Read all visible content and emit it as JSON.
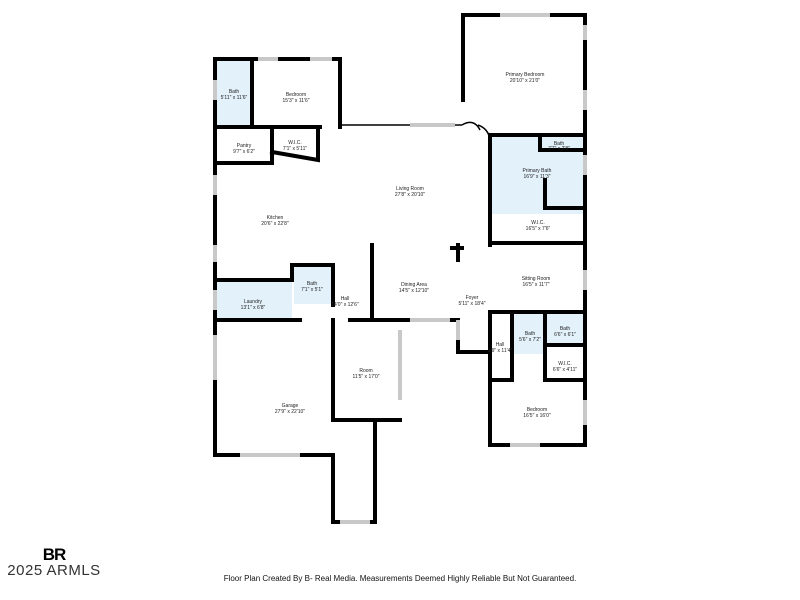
{
  "rooms": {
    "bath_left": {
      "name": "Bath",
      "dims": "5'11\" x 11'6\""
    },
    "bedroom_left": {
      "name": "Bedroom",
      "dims": "15'3\" x 11'6\""
    },
    "pantry": {
      "name": "Pantry",
      "dims": "9'7\" x 6'2\""
    },
    "wic_left": {
      "name": "W.I.C.",
      "dims": "7'1\" x 5'11\""
    },
    "living": {
      "name": "Living Room",
      "dims": "27'8\" x 20'10\""
    },
    "kitchen": {
      "name": "Kitchen",
      "dims": "20'6\" x 22'8\""
    },
    "primary_bedroom": {
      "name": "Primary Bedroom",
      "dims": "20'10\" x 21'0\""
    },
    "bath_primary_small": {
      "name": "Bath",
      "dims": "7'7\" x 2'8\""
    },
    "primary_bath": {
      "name": "Primary Bath",
      "dims": "16'9\" x 11'3\""
    },
    "wic_primary": {
      "name": "W.I.C.",
      "dims": "16'5\" x 7'6\""
    },
    "sitting": {
      "name": "Sitting Room",
      "dims": "16'5\" x 11'7\""
    },
    "dining": {
      "name": "Dining Area",
      "dims": "14'5\" x 12'10\""
    },
    "foyer": {
      "name": "Foyer",
      "dims": "5'11\" x 18'4\""
    },
    "bath_hall": {
      "name": "Bath",
      "dims": "7'1\" x 5'1\""
    },
    "hall_left": {
      "name": "Hall",
      "dims": "14'0\" x 12'6\""
    },
    "laundry": {
      "name": "Laundry",
      "dims": "13'1\" x 6'8\""
    },
    "bath_right1": {
      "name": "Bath",
      "dims": "5'6\" x 7'2\""
    },
    "bath_right2": {
      "name": "Bath",
      "dims": "6'6\" x 6'1\""
    },
    "hall_right": {
      "name": "Hall",
      "dims": "3'9\" x 11'4\""
    },
    "wic_right": {
      "name": "W.I.C.",
      "dims": "6'6\" x 4'11\""
    },
    "bedroom_right": {
      "name": "Bedroom",
      "dims": "16'5\" x 16'0\""
    },
    "room": {
      "name": "Room",
      "dims": "11'5\" x 17'0\""
    },
    "garage": {
      "name": "Garage",
      "dims": "27'9\" x 22'10\""
    }
  },
  "logo": {
    "mark": "BR",
    "copyright": "2025 ARMLS"
  },
  "footer": "Floor Plan Created By B- Real Media. Measurements Deemed Highly Reliable But Not Guaranteed.",
  "colors": {
    "wet_room_fill": "#e3f1fb",
    "wall": "#000000",
    "window": "#c8c8c8"
  }
}
